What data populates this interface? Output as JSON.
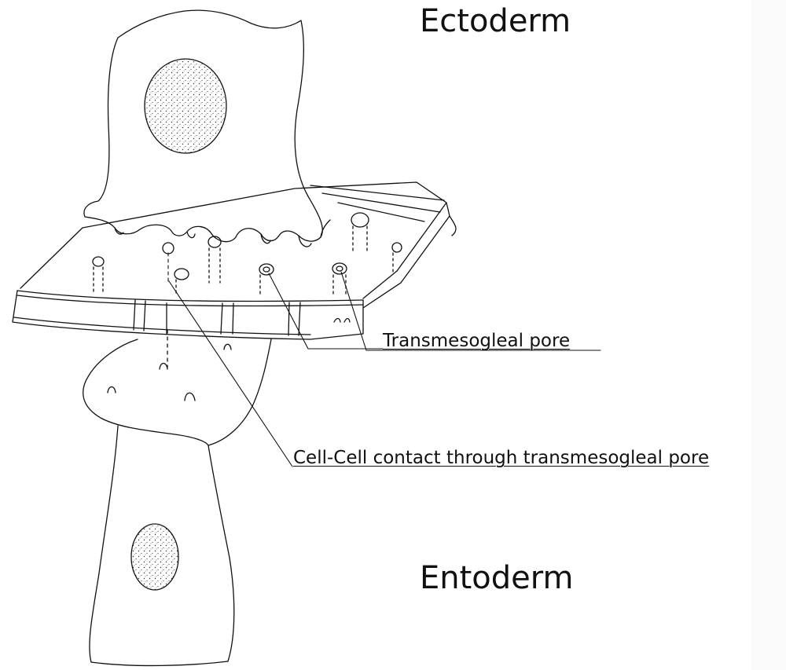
{
  "labels": {
    "ectoderm": "Ectoderm",
    "entoderm": "Entoderm",
    "transmesogleal_pore": "Transmesogleal pore",
    "cell_contact": "Cell-Cell contact through transmesogleal pore"
  },
  "colors": {
    "ink": "#111111",
    "background": "#ffffff",
    "stipple": "#333333"
  }
}
